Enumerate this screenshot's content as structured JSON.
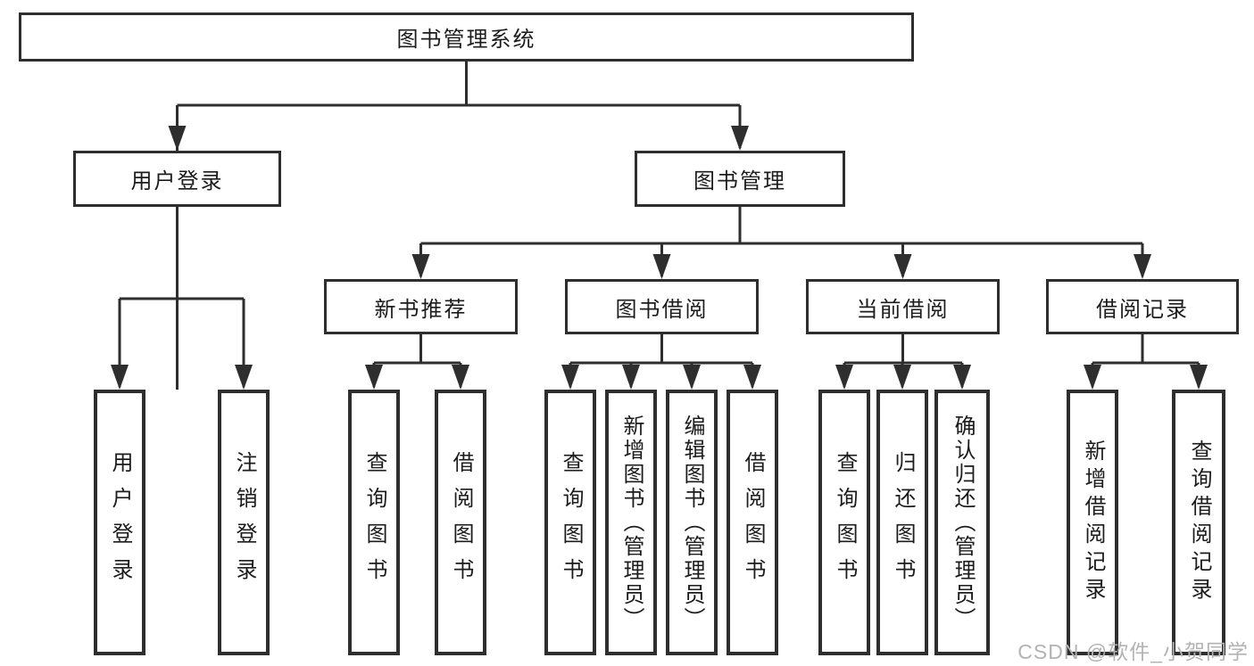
{
  "diagram_title": "图书管理系统",
  "tree": {
    "label": "图书管理系统",
    "children": [
      {
        "label": "用户登录",
        "children": [
          {
            "label": "用户登录"
          },
          {
            "label": "注销登录"
          }
        ]
      },
      {
        "label": "图书管理",
        "children": [
          {
            "label": "新书推荐",
            "children": [
              {
                "label": "查询图书"
              },
              {
                "label": "借阅图书"
              }
            ]
          },
          {
            "label": "图书借阅",
            "children": [
              {
                "label": "查询图书"
              },
              {
                "label": "新增图书（管理员）"
              },
              {
                "label": "编辑图书（管理员）"
              },
              {
                "label": "借阅图书"
              }
            ]
          },
          {
            "label": "当前借阅",
            "children": [
              {
                "label": "查询图书"
              },
              {
                "label": "归还图书"
              },
              {
                "label": "确认归还（管理员）"
              }
            ]
          },
          {
            "label": "借阅记录",
            "children": [
              {
                "label": "新增借阅记录"
              },
              {
                "label": "查询借阅记录"
              }
            ]
          }
        ]
      }
    ]
  },
  "watermark": "CSDN @软件_小贺同学",
  "colors": {
    "line": "#2e2e2e",
    "box_border": "#2e2e2e",
    "text": "#1c1c1c",
    "background": "#ffffff",
    "watermark": "#b3b3b3"
  }
}
